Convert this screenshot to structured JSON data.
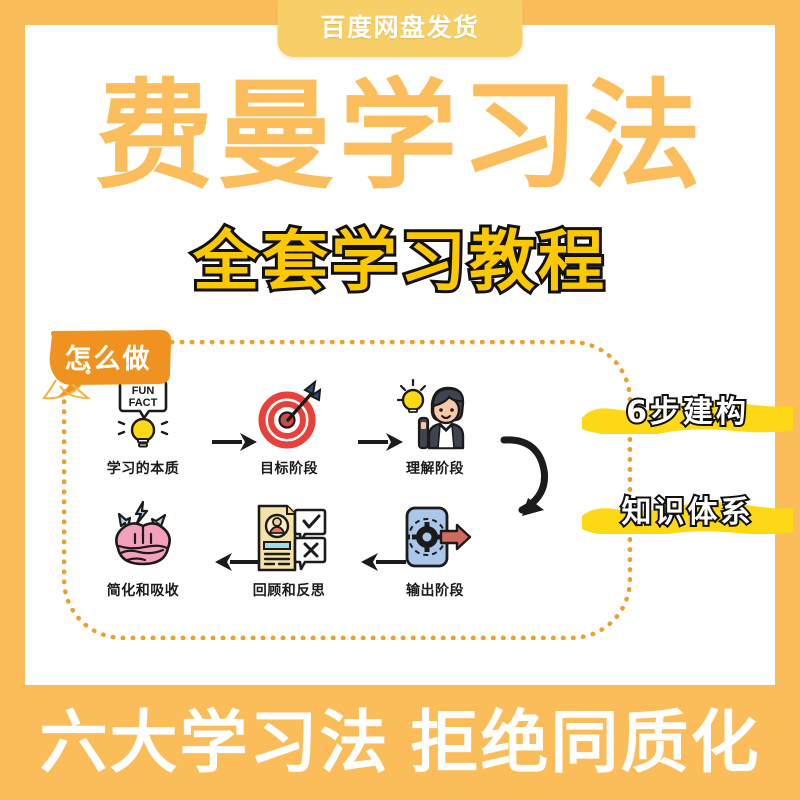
{
  "banner": {
    "tab_label": "百度网盘发货"
  },
  "header": {
    "main_title": "费曼学习法",
    "sub_title": "全套学习教程"
  },
  "diagram": {
    "bubble_label": "怎么做",
    "steps": [
      {
        "id": "step-1",
        "icon": "fun-fact-lightbulb-icon",
        "label": "学习的本质"
      },
      {
        "id": "step-2",
        "icon": "target-dartboard-icon",
        "label": "目标阶段"
      },
      {
        "id": "step-3",
        "icon": "person-idea-icon",
        "label": "理解阶段"
      },
      {
        "id": "step-4",
        "icon": "phone-gear-output-icon",
        "label": "输出阶段"
      },
      {
        "id": "step-5",
        "icon": "document-review-icon",
        "label": "回顾和反思"
      },
      {
        "id": "step-6",
        "icon": "brain-lightning-icon",
        "label": "简化和吸收"
      }
    ],
    "fun_fact_line1": "FUN",
    "fun_fact_line2": "FACT"
  },
  "highlights": [
    {
      "text": "6步建构"
    },
    {
      "text": "知识体系"
    }
  ],
  "footer": {
    "text": "六大学习法 拒绝同质化"
  },
  "colors": {
    "brand_orange": "#fbbc5a",
    "tab_yellow": "#f8ce66",
    "title_orange": "#fcbe5c",
    "subtitle_yellow": "#fcc800",
    "highlight_brush": "#fcd914",
    "dotted_border": "#e8a22e",
    "bubble_orange": "#f0921f",
    "ink_black": "#1b1b1b",
    "target_red": "#e8403a",
    "brain_pink": "#f4a0bc",
    "phone_blue": "#aac6e8",
    "paper_cream": "#f6e2a8"
  }
}
